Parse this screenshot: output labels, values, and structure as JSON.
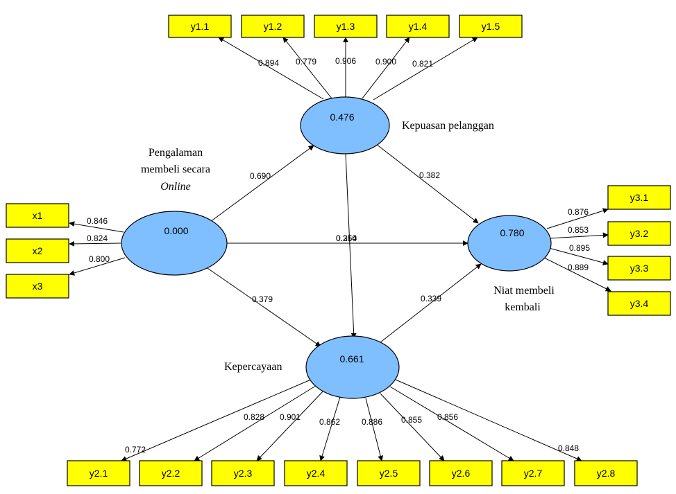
{
  "latents": {
    "pengalaman": {
      "r2": "0.000",
      "name_lines": [
        "Pengalaman",
        "membeli secara",
        "Online"
      ]
    },
    "kepuasan": {
      "r2": "0.476",
      "name_lines": [
        "Kepuasan pelanggan"
      ]
    },
    "kepercayaan": {
      "r2": "0.661",
      "name_lines": [
        "Kepercayaan"
      ]
    },
    "niat": {
      "r2": "0.780",
      "name_lines": [
        "Niat membeli",
        "kembali"
      ]
    }
  },
  "indicators": {
    "x1": "x1",
    "x2": "x2",
    "x3": "x3",
    "y1_1": "y1.1",
    "y1_2": "y1.2",
    "y1_3": "y1.3",
    "y1_4": "y1.4",
    "y1_5": "y1.5",
    "y2_1": "y2.1",
    "y2_2": "y2.2",
    "y2_3": "y2.3",
    "y2_4": "y2.4",
    "y2_5": "y2.5",
    "y2_6": "y2.6",
    "y2_7": "y2.7",
    "y2_8": "y2.8",
    "y3_1": "y3.1",
    "y3_2": "y3.2",
    "y3_3": "y3.3",
    "y3_4": "y3.4"
  },
  "loadings": {
    "x1": "0.846",
    "x2": "0.824",
    "x3": "0.800",
    "y1_1": "0.894",
    "y1_2": "0.779",
    "y1_3": "0.906",
    "y1_4": "0.900",
    "y1_5": "0.821",
    "y2_1": "0.772",
    "y2_2": "0.828",
    "y2_3": "0.901",
    "y2_4": "0.862",
    "y2_5": "0.886",
    "y2_6": "0.855",
    "y2_7": "0.856",
    "y2_8": "0.848",
    "y3_1": "0.876",
    "y3_2": "0.853",
    "y3_3": "0.895",
    "y3_4": "0.889"
  },
  "paths": {
    "pengalaman_kepuasan": "0.690",
    "pengalaman_kepercayaan": "0.379",
    "pengalaman_niat": "0.264",
    "kepuasan_kepercayaan": "0.350",
    "kepuasan_niat": "0.382",
    "kepercayaan_niat": "0.339"
  },
  "colors": {
    "indicator_fill": "#ffff00",
    "latent_fill": "#7fbfff",
    "line": "#000000"
  }
}
